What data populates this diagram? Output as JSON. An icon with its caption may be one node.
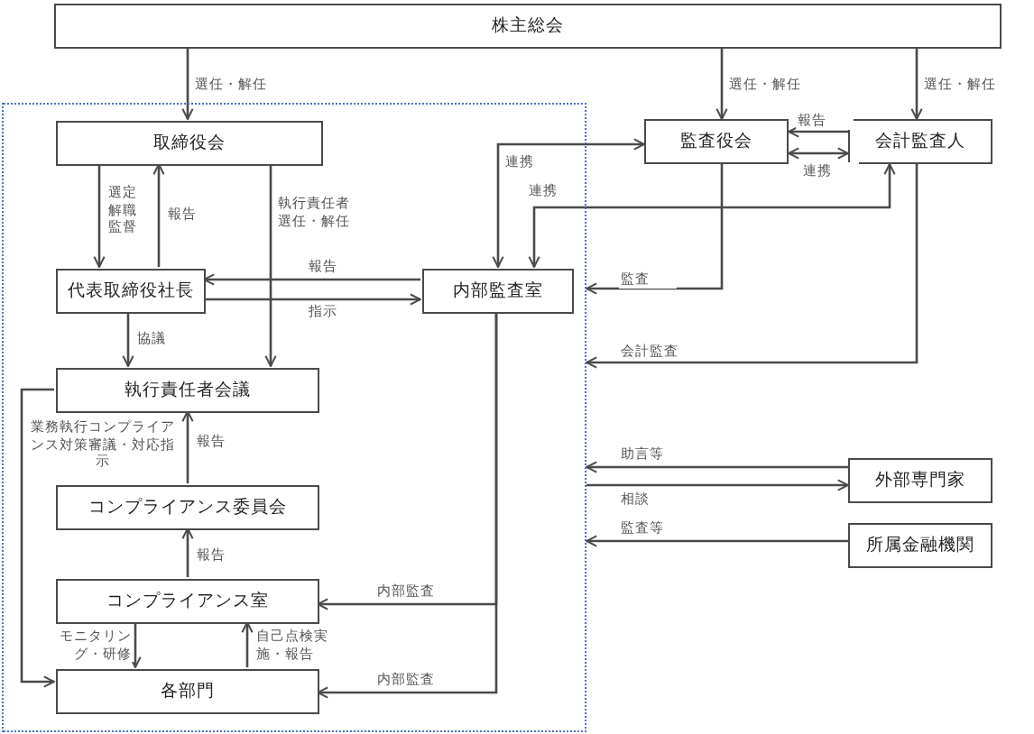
{
  "diagram": {
    "nodes": [
      {
        "text": [
          "株主総会"
        ]
      },
      {
        "text": [],
        "shape": "box"
      },
      {
        "text": [
          "取締役会"
        ],
        "in": 1
      },
      {
        "text": [
          "監査役会"
        ]
      },
      {
        "text": [
          "会計監査人"
        ]
      },
      {
        "text": [
          "代表取締役社長"
        ],
        "in": 1
      },
      {
        "text": [
          "内部監査室"
        ],
        "in": 1
      },
      {
        "text": [
          "執行責任者会議"
        ],
        "in": 1
      },
      {
        "text": [
          "コンプライアンス委員会"
        ],
        "in": 1
      },
      {
        "text": [
          "コンプライアンス室"
        ],
        "in": 1
      },
      {
        "text": [
          "各部門"
        ],
        "in": 1
      },
      {
        "text": [
          "外部専門家"
        ]
      },
      {
        "text": [
          "所属金融機関"
        ]
      }
    ],
    "edges": [
      {
        "from": 0,
        "to": 2,
        "arrow": "to",
        "label": "選任・解任"
      },
      {
        "from": 0,
        "to": 3,
        "arrow": "to",
        "label": "選任・解任"
      },
      {
        "from": 0,
        "to": 4,
        "arrow": "to",
        "label": "選任・解任"
      },
      {
        "from": 2,
        "to": 5,
        "arrow": "to",
        "label": "選定解職監督"
      },
      {
        "from": 5,
        "to": 2,
        "arrow": "to",
        "label": "報告"
      },
      {
        "from": 2,
        "to": 7,
        "arrow": "to",
        "label": "執行責任者選任・解任"
      },
      {
        "from": 4,
        "to": 3,
        "arrow": "to",
        "label": "報告"
      },
      {
        "from": 4,
        "to": 3,
        "arrow": "both",
        "label": "連携"
      },
      {
        "from": 3,
        "to": 6,
        "arrow": "both",
        "label": "連携"
      },
      {
        "from": 4,
        "to": 6,
        "arrow": "both",
        "label": "連携"
      },
      {
        "from": 6,
        "to": 5,
        "arrow": "to",
        "label": "報告"
      },
      {
        "from": 5,
        "to": 6,
        "arrow": "to",
        "label": "指示"
      },
      {
        "from": 5,
        "to": 7,
        "arrow": "to",
        "label": "協議"
      },
      {
        "from": 7,
        "to": 10,
        "arrow": "to",
        "label": "業務執行コンプライアンス対策審議・対応指示"
      },
      {
        "from": 8,
        "to": 7,
        "arrow": "to",
        "label": "報告"
      },
      {
        "from": 9,
        "to": 8,
        "arrow": "to",
        "label": "報告"
      },
      {
        "from": 9,
        "to": 10,
        "arrow": "to",
        "label": "モニタリング・研修"
      },
      {
        "from": 10,
        "to": 9,
        "arrow": "to",
        "label": "自己点検実施・報告"
      },
      {
        "from": 6,
        "to": 9,
        "arrow": "to",
        "label": "内部監査"
      },
      {
        "from": 6,
        "to": 10,
        "arrow": "to",
        "label": "内部監査"
      },
      {
        "from": 3,
        "to": 1,
        "arrow": "to",
        "label": "監査"
      },
      {
        "from": 4,
        "to": 1,
        "arrow": "to",
        "label": "会計監査"
      },
      {
        "from": 11,
        "to": 1,
        "arrow": "to",
        "label": "助言等"
      },
      {
        "from": 1,
        "to": 11,
        "arrow": "to",
        "label": "相談"
      },
      {
        "from": 12,
        "to": 1,
        "arrow": "to",
        "label": "監査等"
      }
    ]
  }
}
